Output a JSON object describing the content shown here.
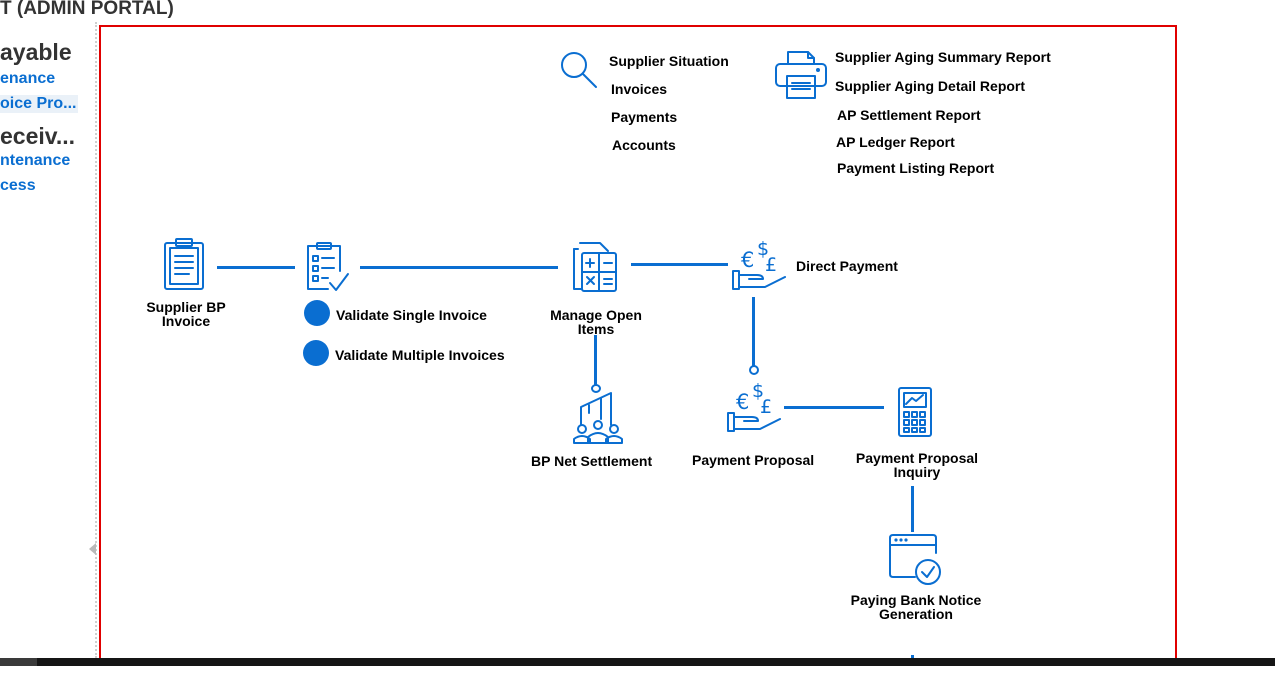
{
  "portal_title": "T (ADMIN PORTAL)",
  "sidebar": {
    "sections": [
      {
        "heading": "ayable",
        "links": [
          "enance",
          "oice Pro..."
        ],
        "selected_index": 1
      },
      {
        "heading": "eceiv...",
        "links": [
          "ntenance",
          "cess"
        ],
        "selected_index": -1
      }
    ]
  },
  "inquiries": {
    "icon": "search-icon",
    "items": [
      "Supplier Situation",
      "Invoices",
      "Payments",
      "Accounts"
    ]
  },
  "reports": {
    "icon": "printer-icon",
    "items": [
      "Supplier Aging Summary Report",
      "Supplier Aging Detail Report",
      "AP Settlement Report",
      "AP Ledger Report",
      "Payment Listing Report"
    ]
  },
  "flow": {
    "supplier_bp_invoice": {
      "label_line1": "Supplier BP",
      "label_line2": "Invoice",
      "icon": "clipboard-icon"
    },
    "validate": {
      "icon": "checklist-icon",
      "options": [
        "Validate Single Invoice",
        "Validate Multiple Invoices"
      ]
    },
    "manage_open_items": {
      "label_line1": "Manage Open",
      "label_line2": "Items",
      "icon": "calculator-document-icon"
    },
    "direct_payment": {
      "label": "Direct Payment",
      "icon": "currency-hand-icon"
    },
    "bp_net_settlement": {
      "label": "BP Net Settlement",
      "icon": "building-people-icon"
    },
    "payment_proposal": {
      "label": "Payment Proposal",
      "icon": "currency-hand-icon"
    },
    "payment_proposal_inquiry": {
      "label_line1": "Payment Proposal",
      "label_line2": "Inquiry",
      "icon": "calculator-chart-icon"
    },
    "paying_bank_notice": {
      "label_line1": "Paying Bank Notice",
      "label_line2": "Generation",
      "icon": "window-check-icon"
    }
  },
  "colors": {
    "accent": "#0A6ED1",
    "frame_border": "#E00000",
    "sidebar_heading": "#333333"
  }
}
